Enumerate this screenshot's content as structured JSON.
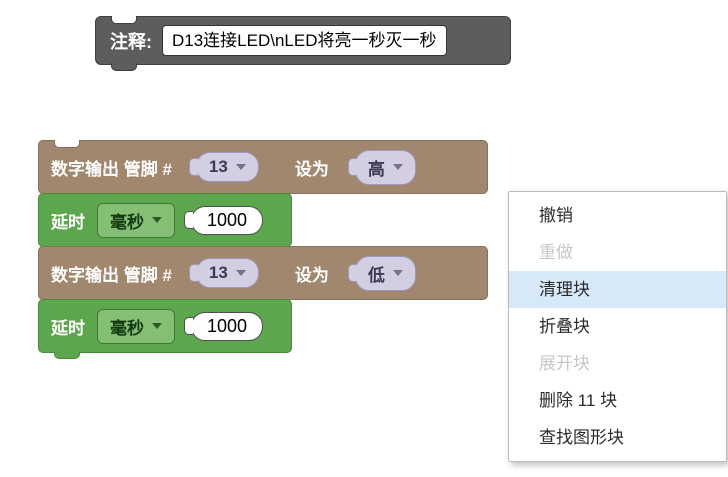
{
  "comment_block": {
    "label": "注释:",
    "value": "D13连接LED\\nLED将亮一秒灭一秒"
  },
  "blocks": [
    {
      "type": "digital_write",
      "label_pin": "数字输出 管脚 #",
      "pin": "13",
      "label_set": "设为",
      "level": "高"
    },
    {
      "type": "delay",
      "label": "延时",
      "unit": "毫秒",
      "duration": "1000"
    },
    {
      "type": "digital_write",
      "label_pin": "数字输出 管脚 #",
      "pin": "13",
      "label_set": "设为",
      "level": "低"
    },
    {
      "type": "delay",
      "label": "延时",
      "unit": "毫秒",
      "duration": "1000"
    }
  ],
  "context_menu": {
    "items": [
      {
        "label": "撤销",
        "state": "enabled"
      },
      {
        "label": "重做",
        "state": "disabled"
      },
      {
        "label": "清理块",
        "state": "hovered"
      },
      {
        "label": "折叠块",
        "state": "enabled"
      },
      {
        "label": "展开块",
        "state": "disabled"
      },
      {
        "label": "删除 11 块",
        "state": "enabled"
      },
      {
        "label": "查找图形块",
        "state": "enabled"
      }
    ]
  },
  "colors": {
    "digital_block": "#a1876e",
    "delay_block": "#5ca64d",
    "comment_block": "#5d5d5d",
    "dropdown_field": "#d3cee1",
    "menu_hover": "#d7e8f8"
  }
}
